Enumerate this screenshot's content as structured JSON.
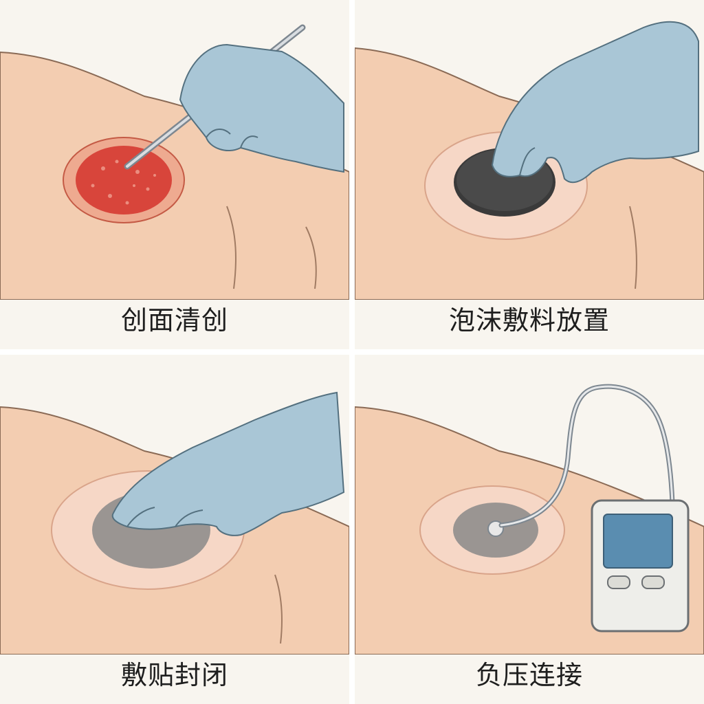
{
  "panels": [
    {
      "caption": "创面清创"
    },
    {
      "caption": "泡沫敷料放置"
    },
    {
      "caption": "敷贴封闭"
    },
    {
      "caption": "负压连接"
    }
  ],
  "colors": {
    "background": "#f8f5ef",
    "skin": "#f3cdb1",
    "skin_outline": "#8a6a55",
    "glove": "#a9c6d6",
    "wound": "#d8453b",
    "foam": "#3a3a3a",
    "film": "#f6d7c6",
    "device": "#eeeeea",
    "screen": "#5a8db0"
  }
}
